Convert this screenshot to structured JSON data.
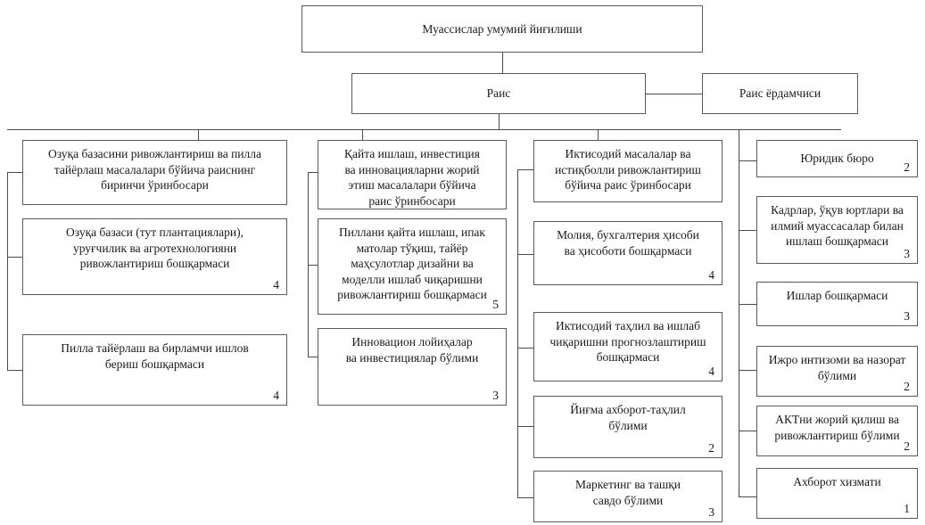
{
  "diagram": {
    "title": "Muassislar umumiy yig'ilishi organizational structure",
    "top": {
      "assembly": {
        "label": "Муассислар умумий йиғилиши"
      },
      "chairman": {
        "label": "Раис"
      },
      "deputy_assistant": {
        "label": "Раис ёрдамчиси"
      }
    },
    "columns": [
      {
        "name": "column-1",
        "head": {
          "label": "Озуқа базасини ривожлантириш ва пилла\nтайёрлаш масалалари бўйича раиснинг\nбиринчи ўринбосари",
          "count": ""
        },
        "units": [
          {
            "label": "Озуқа базаси (тут плантациялари),\nуруғчилик ва агротехнологияни\nривожлантириш бошқармаси",
            "count": "4"
          },
          {
            "label": "Пилла тайёрлаш ва бирламчи ишлов\nбериш бошқармаси",
            "count": "4"
          }
        ]
      },
      {
        "name": "column-2",
        "head": {
          "label": "Қайта ишлаш, инвестиция\nва инновацияларни жорий\nэтиш масалалари бўйича\nраис ўринбосари",
          "count": ""
        },
        "units": [
          {
            "label": "Пиллани қайта ишлаш, ипак\nматолар тўқиш, тайёр\nмаҳсулотлар дизайни ва\nмоделли ишлаб чиқаришни\nривожлантириш бошқармаси",
            "count": "5"
          },
          {
            "label": "Инновацион лойиҳалар\nва инвестициялар бўлими",
            "count": "3"
          }
        ]
      },
      {
        "name": "column-3",
        "head": {
          "label": "Иктисодий масалалар ва\nистиқболли ривожлантириш\nбўйича раис ўринбосари",
          "count": ""
        },
        "units": [
          {
            "label": "Молия, бухгалтерия ҳисоби\nва ҳисоботи бошқармаси",
            "count": "4"
          },
          {
            "label": "Иктисодий таҳлил ва ишлаб\nчиқаришни прогнозлаштириш\nбошқармаси",
            "count": "4"
          },
          {
            "label": "Йиғма ахборот-таҳлил\nбўлими",
            "count": "2"
          },
          {
            "label": "Маркетинг ва ташқи\nсавдо бўлими",
            "count": "3"
          }
        ]
      },
      {
        "name": "column-4",
        "head": null,
        "units": [
          {
            "label": "Юридик бюро",
            "count": "2"
          },
          {
            "label": "Кадрлар, ўқув юртлари ва\nилмий муассасалар билан\nишлаш бошқармаси",
            "count": "3"
          },
          {
            "label": "Ишлар бошқармаси",
            "count": "3"
          },
          {
            "label": "Ижро интизоми ва назорат\nбўлими",
            "count": "2"
          },
          {
            "label": "АКТни жорий қилиш ва\nривожлантириш бўлими",
            "count": "2"
          },
          {
            "label": "Ахборот хизмати",
            "count": "1"
          }
        ]
      }
    ],
    "colors": {
      "box_border": "#5a5a5a",
      "line": "#4a4a4a",
      "background": "#ffffff",
      "text": "#1a1a1a"
    }
  }
}
